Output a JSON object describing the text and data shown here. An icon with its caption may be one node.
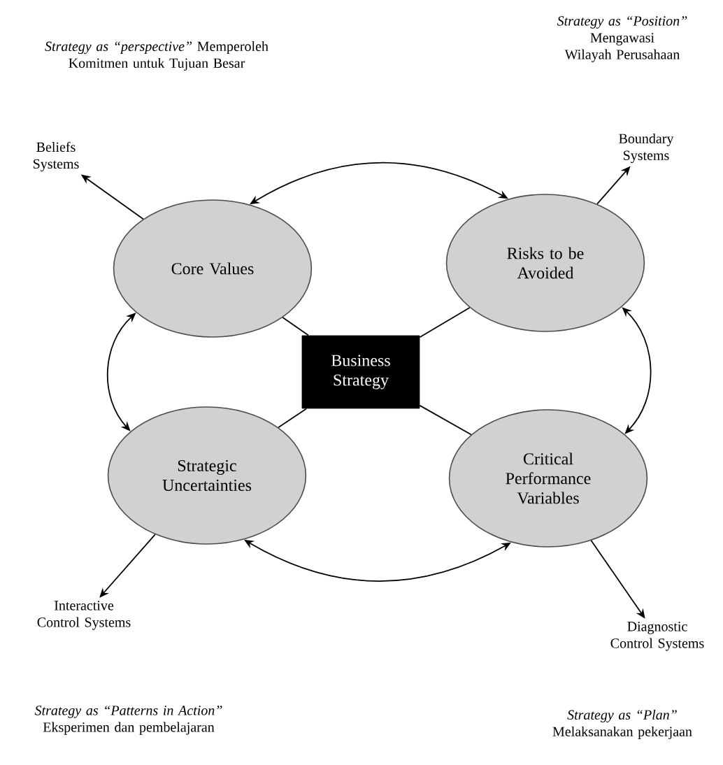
{
  "diagram": {
    "nodes": [
      {
        "text": [
          "Core Values"
        ]
      },
      {
        "text": [
          "Risks to be Avoided"
        ]
      },
      {
        "text": [
          "Business Strategy"
        ]
      },
      {
        "text": [
          "Strategic Uncertainties"
        ]
      },
      {
        "text": [
          "Critical Performance Variables"
        ]
      },
      {
        "text": [
          "Beliefs Systems"
        ]
      },
      {
        "text": [
          "Boundary Systems"
        ]
      },
      {
        "text": [
          "Interactive Control Systems"
        ]
      },
      {
        "text": [
          "Diagnostic Control Systems"
        ]
      }
    ],
    "edges": [
      {
        "from": 0,
        "to": 1,
        "arrow": "both"
      },
      {
        "from": 0,
        "to": 3,
        "arrow": "both"
      },
      {
        "from": 1,
        "to": 4,
        "arrow": "both"
      },
      {
        "from": 3,
        "to": 4,
        "arrow": "both"
      },
      {
        "from": 0,
        "to": 2,
        "arrow": "none"
      },
      {
        "from": 1,
        "to": 2,
        "arrow": "none"
      },
      {
        "from": 3,
        "to": 2,
        "arrow": "none"
      },
      {
        "from": 4,
        "to": 2,
        "arrow": "none"
      },
      {
        "from": 0,
        "to": 5,
        "arrow": "to"
      },
      {
        "from": 1,
        "to": 6,
        "arrow": "to"
      },
      {
        "from": 3,
        "to": 7,
        "arrow": "to"
      },
      {
        "from": 4,
        "to": 8,
        "arrow": "to"
      }
    ],
    "labels": [
      "*Strategy as “perspective”* Memperoleh Komitmen untuk Tujuan Besar",
      "*Strategy as “Position”* Mengawasi Wilayah Perusahaan",
      "*Strategy as “Patterns in Action”* Eksperimen dan pembelajaran",
      "*Strategy as “Plan”* Melaksanakan pekerjaan"
    ]
  }
}
